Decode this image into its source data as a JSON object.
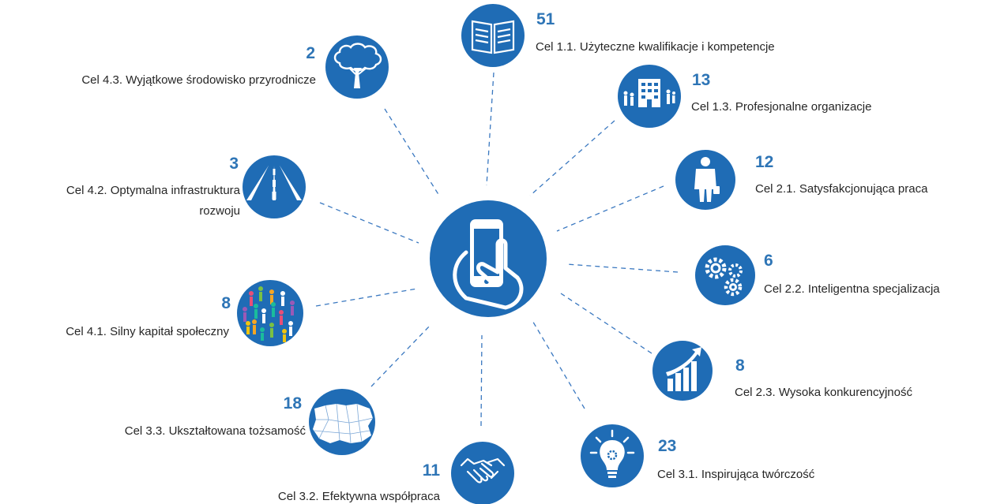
{
  "colors": {
    "primary": "#1f6cb5",
    "number": "#2e75b6",
    "connector": "#3a78c0",
    "text": "#262626"
  },
  "center": {
    "icon": "smartphone-hand-icon"
  },
  "goals": [
    {
      "id": "g11",
      "count": "51",
      "label": "Cel 1.1. Użyteczne kwalifikacje i kompetencje",
      "icon": "book-icon"
    },
    {
      "id": "g13",
      "count": "13",
      "label": "Cel 1.3. Profesjonalne organizacje",
      "icon": "building-people-icon"
    },
    {
      "id": "g21",
      "count": "12",
      "label": "Cel 2.1. Satysfakcjonująca praca",
      "icon": "worker-icon"
    },
    {
      "id": "g22",
      "count": "6",
      "label": "Cel 2.2. Inteligentna specjalizacja",
      "icon": "gears-icon"
    },
    {
      "id": "g23",
      "count": "8",
      "label": "Cel 2.3. Wysoka konkurencyjność",
      "icon": "growth-chart-icon"
    },
    {
      "id": "g31",
      "count": "23",
      "label": "Cel 3.1. Inspirująca twórczość",
      "icon": "lightbulb-icon"
    },
    {
      "id": "g32",
      "count": "11",
      "label": "Cel 3.2. Efektywna współpraca",
      "icon": "handshake-icon"
    },
    {
      "id": "g33",
      "count": "18",
      "label": "Cel 3.3. Ukształtowana tożsamość",
      "icon": "region-map-icon"
    },
    {
      "id": "g41",
      "count": "8",
      "label": "Cel 4.1. Silny kapitał społeczny",
      "icon": "crowd-icon"
    },
    {
      "id": "g42",
      "count": "3",
      "label_lines": [
        "Cel 4.2. Optymalna infrastruktura",
        "rozwoju"
      ],
      "icon": "road-icon"
    },
    {
      "id": "g43",
      "count": "2",
      "label": "Cel 4.3. Wyjątkowe środowisko przyrodnicze",
      "icon": "tree-icon"
    }
  ]
}
